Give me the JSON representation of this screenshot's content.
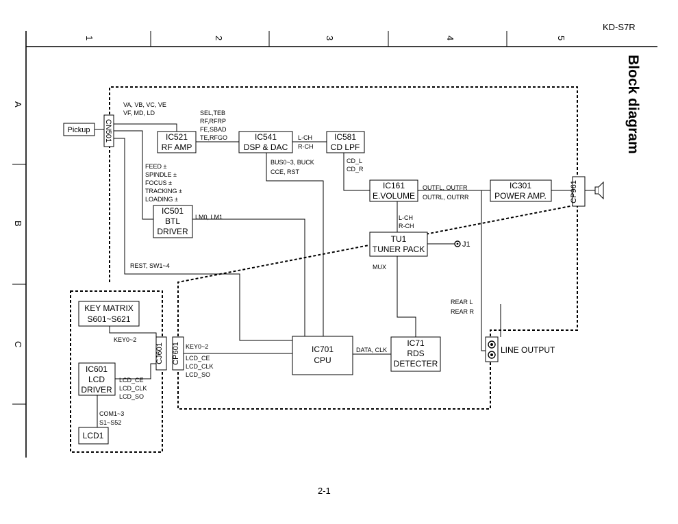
{
  "header": {
    "model": "KD-S7R",
    "title": "Block diagram",
    "page": "2-1"
  },
  "grid": {
    "columns": [
      "1",
      "2",
      "3",
      "4",
      "5"
    ],
    "rows": [
      "A",
      "B",
      "C"
    ]
  },
  "blocks": {
    "pickup": "Pickup",
    "cn501": "CN501",
    "ic521": [
      "IC521",
      "RF AMP"
    ],
    "ic541": [
      "IC541",
      "DSP & DAC"
    ],
    "ic581": [
      "IC581",
      "CD LPF"
    ],
    "ic161": [
      "IC161",
      "E.VOLUME"
    ],
    "ic301": [
      "IC301",
      "POWER AMP."
    ],
    "cp961": "CP961",
    "ic501": [
      "IC501",
      "BTL",
      "DRIVER"
    ],
    "tu1": [
      "TU1",
      "TUNER PACK"
    ],
    "j1": "J1",
    "key_matrix": [
      "KEY MATRIX",
      "S601~S621"
    ],
    "cj601": "CJ601",
    "cp601": "CP601",
    "ic701": [
      "IC701",
      "CPU"
    ],
    "ic71": [
      "IC71",
      "RDS",
      "DETECTER"
    ],
    "line_output": "LINE OUTPUT",
    "ic601": [
      "IC601",
      "LCD",
      "DRIVER"
    ],
    "lcd1": "LCD1"
  },
  "signals": {
    "pickup_top": [
      "VA, VB, VC, VE",
      "VF, MD, LD"
    ],
    "rf": [
      "SEL,TEB",
      "RF,RFRP",
      "FE,SBAD",
      "TE,RFGO"
    ],
    "lch_rch_1": [
      "L-CH",
      "R-CH"
    ],
    "cd": [
      "CD_L",
      "CD_R"
    ],
    "bus": [
      "BUS0~3, BUCK",
      "CCE, RST"
    ],
    "servo": [
      "FEED ±",
      "SPINDLE ±",
      "FOCUS ±",
      "TRACKING ±",
      "LOADING ±"
    ],
    "outf": [
      "OUTFL, OUTFR",
      "OUTRL, OUTRR"
    ],
    "lm": "LM0, LM1",
    "lch_rch_2": [
      "L-CH",
      "R-CH"
    ],
    "mux": "MUX",
    "rest": "REST, SW1~4",
    "rear": [
      "REAR L",
      "REAR R"
    ],
    "key_left": "KEY0~2",
    "key_right": "KEY0~2",
    "lcd_right": [
      "LCD_CE",
      "LCD_CLK",
      "LCD_SO"
    ],
    "lcd_left": [
      "LCD_CE",
      "LCD_CLK",
      "LCD_SO"
    ],
    "data_clk": "DATA, CLK",
    "com": [
      "COM1~3",
      "S1~S52"
    ]
  }
}
